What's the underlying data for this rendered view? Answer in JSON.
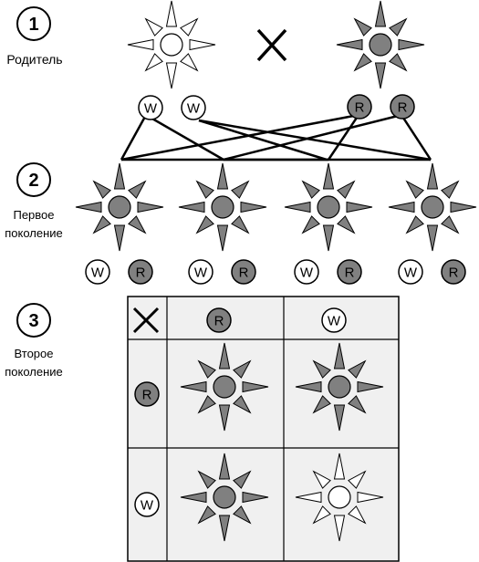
{
  "steps": [
    {
      "number": "1",
      "label_lines": [
        "Родитель"
      ]
    },
    {
      "number": "2",
      "label_lines": [
        "Первое",
        "поколение"
      ]
    },
    {
      "number": "3",
      "label_lines": [
        "Второе",
        "поколение"
      ]
    }
  ],
  "allele_labels": {
    "white": "W",
    "red": "R"
  },
  "cross_symbol": "×",
  "parents": {
    "left": {
      "flower": "white",
      "alleles": [
        "W",
        "W"
      ]
    },
    "right": {
      "flower": "red",
      "alleles": [
        "R",
        "R"
      ]
    }
  },
  "first_generation": [
    {
      "flower": "red",
      "alleles": [
        "W",
        "R"
      ]
    },
    {
      "flower": "red",
      "alleles": [
        "W",
        "R"
      ]
    },
    {
      "flower": "red",
      "alleles": [
        "W",
        "R"
      ]
    },
    {
      "flower": "red",
      "alleles": [
        "W",
        "R"
      ]
    }
  ],
  "punnett": {
    "header_alleles": [
      "R",
      "W"
    ],
    "row_alleles": [
      "R",
      "W"
    ],
    "cells": [
      [
        "red",
        "red"
      ],
      [
        "red",
        "white"
      ]
    ]
  },
  "colors": {
    "red_center": "#808080",
    "white_center": "#ffffff",
    "grid_background": "#f0f0f0",
    "line": "#000000"
  }
}
